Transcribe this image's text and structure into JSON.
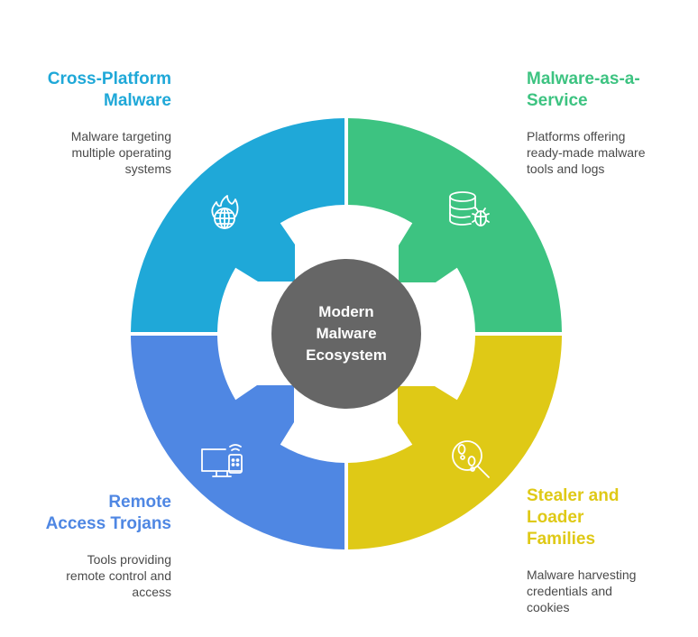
{
  "center": {
    "title": "Modern Malware Ecosystem",
    "lines": [
      "Modern",
      "Malware",
      "Ecosystem"
    ],
    "color": "#666666"
  },
  "segments": [
    {
      "id": "cross-platform",
      "title": "Cross-Platform Malware",
      "title_lines": [
        "Cross-Platform",
        "Malware"
      ],
      "description": "Malware targeting multiple operating systems",
      "desc_lines": [
        "Malware targeting",
        "multiple operating",
        "systems"
      ],
      "color": "#1fa8d8",
      "icon": "flaming-globe-icon",
      "position": "top-left"
    },
    {
      "id": "maas",
      "title": "Malware-as-a-Service",
      "title_lines": [
        "Malware-as-a-",
        "Service"
      ],
      "description": "Platforms offering ready-made malware tools and logs",
      "desc_lines": [
        "Platforms offering",
        "ready-made malware",
        "tools and logs"
      ],
      "color": "#3dc381",
      "icon": "database-bug-icon",
      "position": "top-right"
    },
    {
      "id": "stealer-loader",
      "title": "Stealer and Loader Families",
      "title_lines": [
        "Stealer and",
        "Loader",
        "Families"
      ],
      "description": "Malware harvesting credentials and cookies",
      "desc_lines": [
        "Malware harvesting",
        "credentials and",
        "cookies"
      ],
      "color": "#dfc916",
      "icon": "footprints-magnifier-icon",
      "position": "bottom-right"
    },
    {
      "id": "rat",
      "title": "Remote Access Trojans",
      "title_lines": [
        "Remote",
        "Access Trojans"
      ],
      "description": "Tools providing remote control and access",
      "desc_lines": [
        "Tools providing",
        "remote control and",
        "access"
      ],
      "color": "#4f87e3",
      "icon": "monitor-remote-icon",
      "position": "bottom-left"
    }
  ]
}
